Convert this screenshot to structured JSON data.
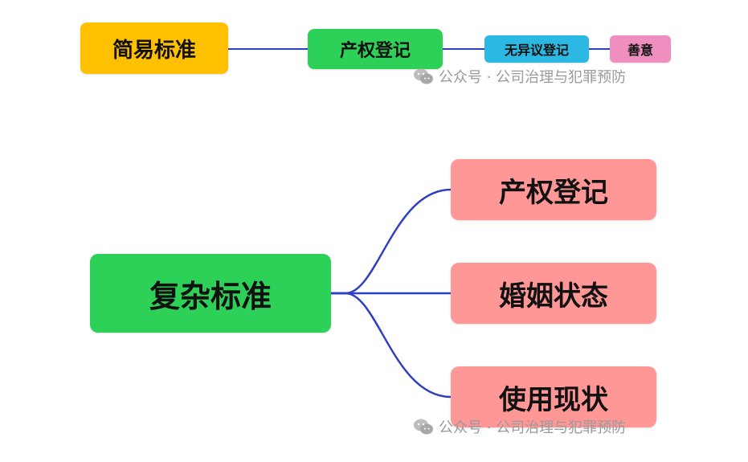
{
  "diagrams": {
    "simple": {
      "root": "简易标准",
      "chain": [
        "产权登记",
        "无异议登记",
        "善意"
      ]
    },
    "complex": {
      "root": "复杂标准",
      "branches": [
        "产权登记",
        "婚姻状态",
        "使用现状"
      ]
    }
  },
  "watermarks": [
    {
      "text": "公众号 · 公司治理与犯罪预防",
      "icon": "wechat-icon"
    },
    {
      "text": "公众号 · 公司治理与犯罪预防",
      "icon": "wechat-icon"
    }
  ],
  "colors": {
    "simple_root": "#FFC000",
    "simple_chain_1": "#2ED158",
    "simple_chain_2": "#2BB8E3",
    "simple_chain_3": "#EE8FC0",
    "complex_root": "#2ED158",
    "complex_branch": "#FF9797",
    "connector": "#2E3FC4",
    "watermark": "#9A9A9A"
  }
}
